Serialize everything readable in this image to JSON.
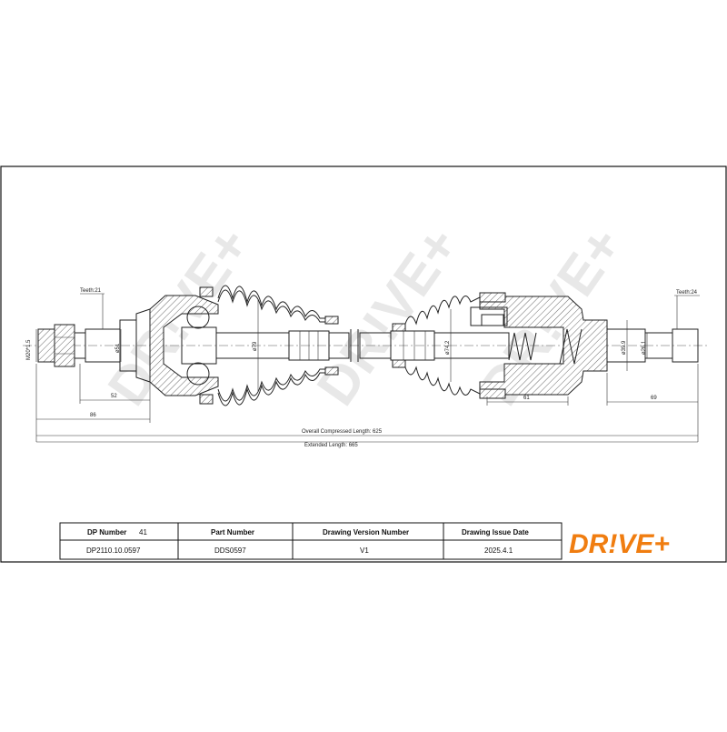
{
  "drawing": {
    "teeth_left": "Teeth:21",
    "teeth_right": "Teeth:24",
    "thread": "M20*1.5",
    "diam_51": "ø51",
    "diam_79": "ø79",
    "diam_74": "ø74.2",
    "diam_39": "ø39.9",
    "diam_26": "ø26.1",
    "dim_52": "52",
    "dim_86": "86",
    "dim_61": "61",
    "dim_69": "69",
    "overall_compressed": "Overall  Compressed  Length: 625",
    "extended": "Extended  Length: 665"
  },
  "title_block": {
    "dp_number_label": "DP Number",
    "dp_number_index": "41",
    "part_number_label": "Part Number",
    "drawing_version_label": "Drawing Version Number",
    "drawing_issue_label": "Drawing Issue Date",
    "dp_number_value": "DP2110.10.0597",
    "part_number_value": "DDS0597",
    "drawing_version_value": "V1",
    "drawing_issue_value": "2025.4.1"
  },
  "logo": {
    "text": "DR!VE+",
    "color": "#f07d10"
  },
  "watermark": {
    "text": "DR!VE+",
    "color": "#e6e6e6"
  }
}
